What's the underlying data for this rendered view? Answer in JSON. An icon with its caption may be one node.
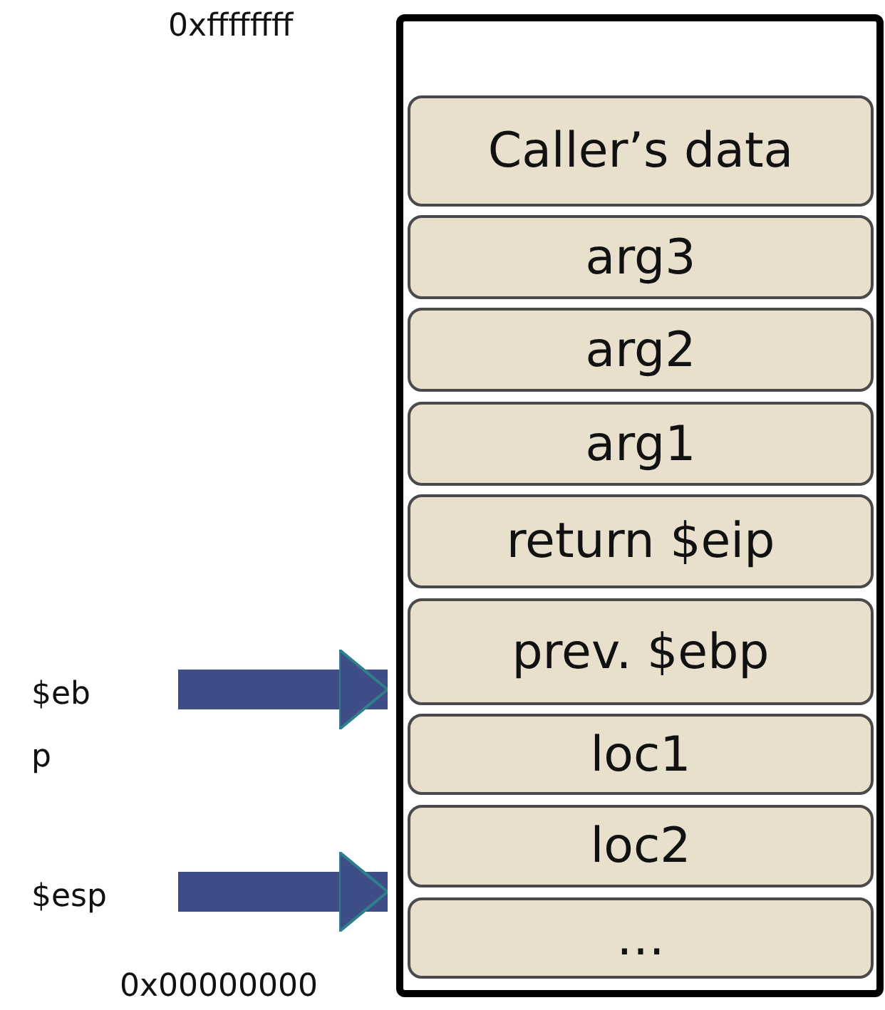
{
  "diagram": {
    "nodes": [
      {
        "text": [],
        "shape": "box"
      },
      {
        "text": [
          "Caller’s data"
        ],
        "in": 0
      },
      {
        "text": [
          "arg3"
        ],
        "in": 0
      },
      {
        "text": [
          "arg2"
        ],
        "in": 0
      },
      {
        "text": [
          "arg1"
        ],
        "in": 0
      },
      {
        "text": [
          "return $eip"
        ],
        "in": 0
      },
      {
        "text": [
          "prev. $ebp"
        ],
        "in": 0
      },
      {
        "text": [
          "loc1"
        ],
        "in": 0
      },
      {
        "text": [
          "loc2"
        ],
        "in": 0
      },
      {
        "text": [
          "…"
        ],
        "in": 0
      },
      {
        "text": [
          "$eb p"
        ]
      },
      {
        "text": [
          "$esp"
        ]
      }
    ],
    "edges": [
      {
        "from": 10,
        "to": 6,
        "arrow": "to"
      },
      {
        "from": 11,
        "to": 8,
        "arrow": "to"
      }
    ],
    "labels": [
      "0xffffffff",
      "0x00000000"
    ]
  }
}
